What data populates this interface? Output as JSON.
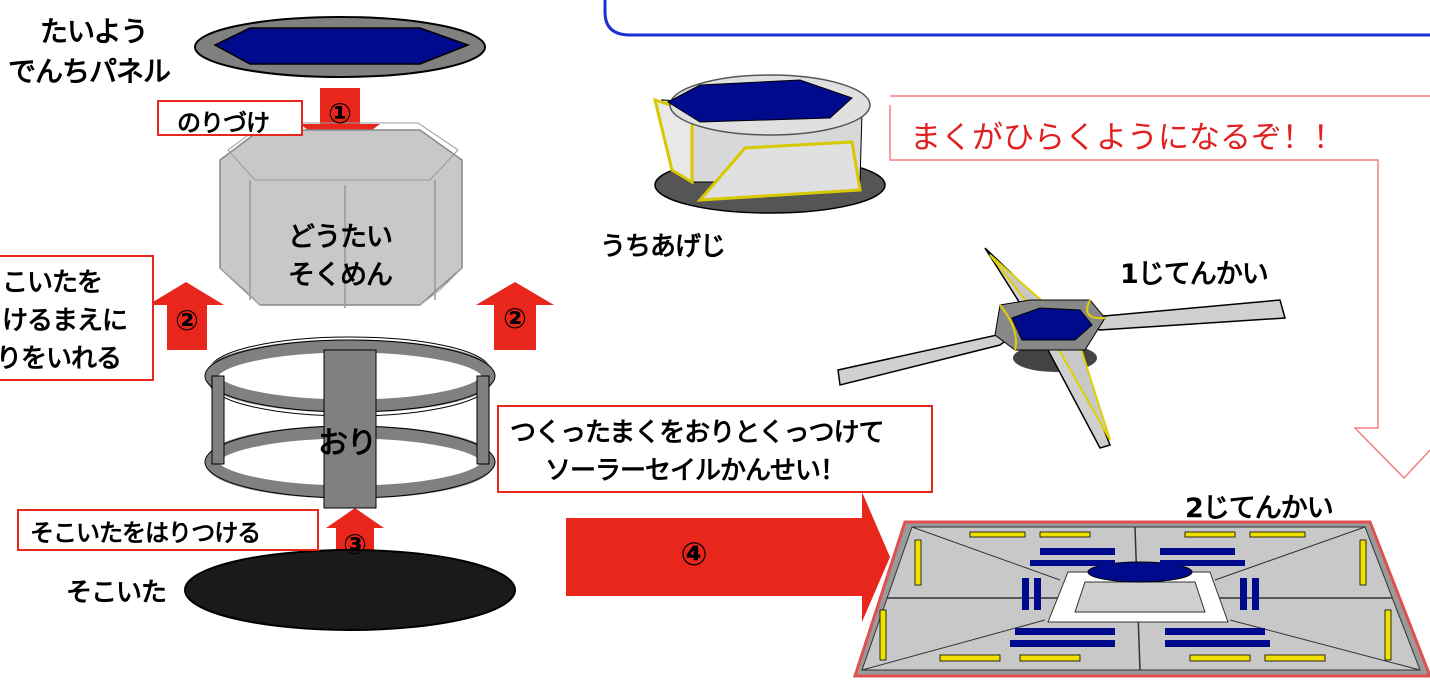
{
  "labels": {
    "solar_panel": [
      "たいよう",
      "でんちパネル"
    ],
    "glue": "のりづけ",
    "body_side": [
      "どうたい",
      "そくめん"
    ],
    "left_note": [
      "こいたを",
      "けるまえに",
      "りをいれる"
    ],
    "cage": "おり",
    "attach_bottom": "そこいたをはりつける",
    "bottom_plate": "そこいた",
    "launch": "うちあげじ",
    "first_deploy": "1じてんかい",
    "second_deploy": "2じてんかい",
    "membrane_note": "まくがひらくようになるぞ！！",
    "finish": [
      "つくったまくをおりとくっつけて",
      "ソーラーセイルかんせい！"
    ]
  },
  "steps": {
    "one": "①",
    "two": "②",
    "three": "③",
    "four": "④"
  },
  "colors": {
    "red": "#e8261c",
    "navy": "#000a8c",
    "gray": "#c8c8c8",
    "dark_gray": "#808080",
    "yellow": "#f0e000",
    "frame_blue": "#1a2fd6"
  }
}
